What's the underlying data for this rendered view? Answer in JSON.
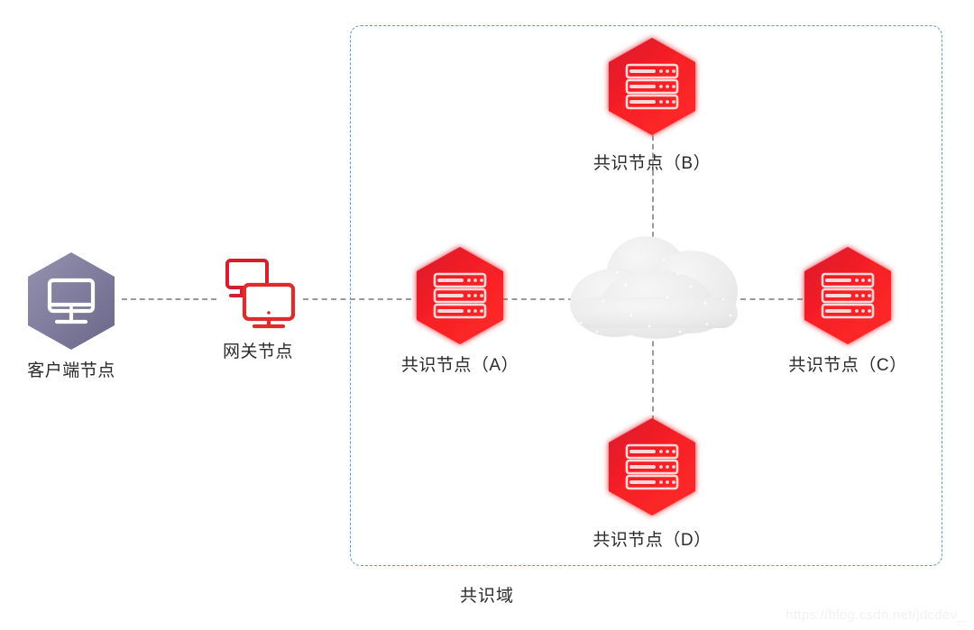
{
  "diagram": {
    "title_caption": "共识域",
    "background_color": "#ffffff",
    "domain_box": {
      "border_color": "#5b9bd5",
      "style": "dashed"
    },
    "connector_color": "#9a9a9a",
    "nodes": [
      {
        "id": "client",
        "label": "客户端节点",
        "icon": "monitor-icon",
        "hex_color_start": "#8b87a8",
        "hex_color_end": "#6f6b8c"
      },
      {
        "id": "gateway",
        "label": "网关节点",
        "icon": "dual-monitor-icon",
        "icon_color": "#d81e2e"
      },
      {
        "id": "consensus-a",
        "label": "共识节点（A）",
        "icon": "server-rack-icon",
        "hex_color_start": "#d81e2e",
        "hex_color_end": "#ff2424"
      },
      {
        "id": "consensus-b",
        "label": "共识节点（B）",
        "icon": "server-rack-icon",
        "hex_color_start": "#d81e2e",
        "hex_color_end": "#ff2424"
      },
      {
        "id": "consensus-c",
        "label": "共识节点（C）",
        "icon": "server-rack-icon",
        "hex_color_start": "#d81e2e",
        "hex_color_end": "#ff2424"
      },
      {
        "id": "consensus-d",
        "label": "共识节点（D）",
        "icon": "server-rack-icon",
        "hex_color_start": "#d81e2e",
        "hex_color_end": "#ff2424"
      }
    ],
    "cloud": {
      "name": "cloud-network-icon",
      "color": "#ededee"
    },
    "watermark": "https://blog.csdn.net/jdcdev_"
  }
}
